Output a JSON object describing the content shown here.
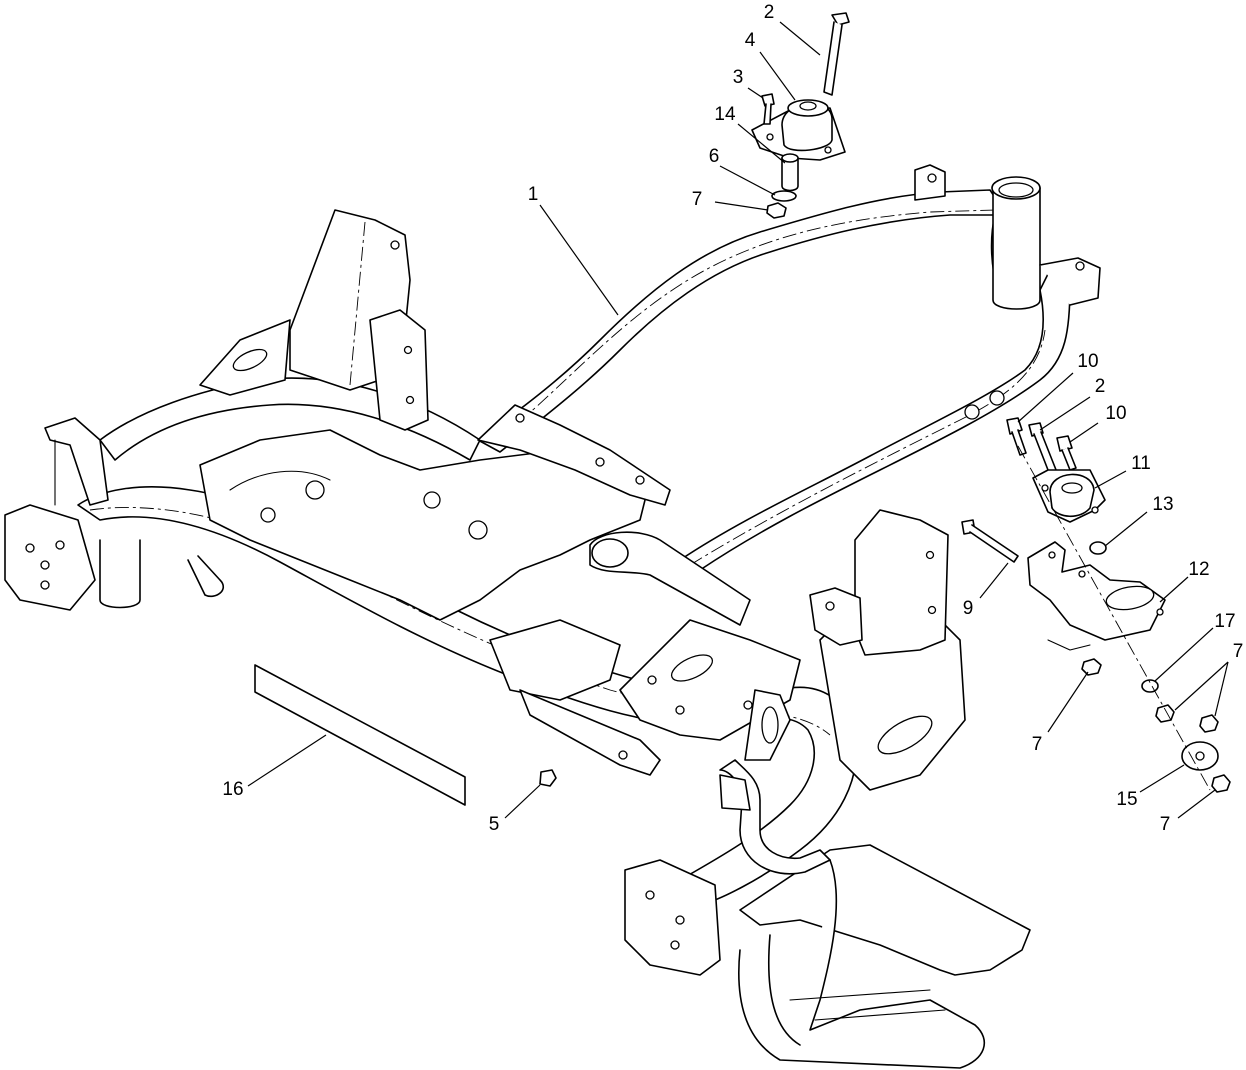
{
  "callouts": {
    "c1": "1",
    "c2_top": "2",
    "c2_right": "2",
    "c3": "3",
    "c4": "4",
    "c5": "5",
    "c6": "6",
    "c7_top": "7",
    "c7_right_upper": "7",
    "c7_mid": "7",
    "c7_bottom": "7",
    "c9": "9",
    "c10_left": "10",
    "c10_right": "10",
    "c11": "11",
    "c12": "12",
    "c13": "13",
    "c14": "14",
    "c15": "15",
    "c16": "16",
    "c17": "17"
  },
  "colors": {
    "line": "#000000",
    "background": "#ffffff"
  }
}
